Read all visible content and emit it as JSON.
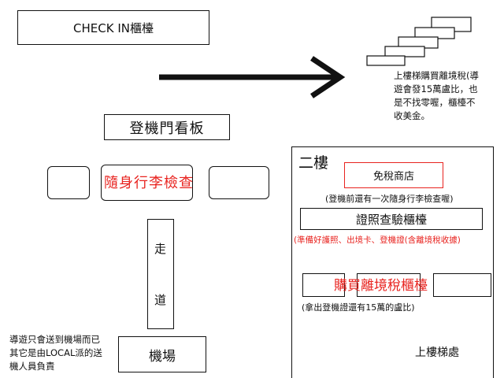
{
  "checkin_counter": "CHECK IN櫃檯",
  "stairs_note": {
    "line1": "上樓梯購買離境稅(導",
    "line2": "遊會發15萬盧比，也",
    "line3": "是不找零喔，櫃檯不",
    "line4": "收美金。"
  },
  "boarding_board": "登機門看板",
  "security_check": "隨身行李檢查",
  "walkway": {
    "char1": "走",
    "char2": "道"
  },
  "airport": "機場",
  "guide_note": {
    "line1": "導遊只會送到機場而已",
    "line2": "其它是由LOCAL派的送",
    "line3": "機人員負責"
  },
  "second_floor": {
    "title": "二樓",
    "duty_free": "免稅商店",
    "security_note": "(登機前還有一次隨身行李檢查喔)",
    "passport_counter": "證照查驗櫃檯",
    "docs_note": "(準備好護照、出境卡、登機證(含離境稅收據)",
    "tax_counter": "購買離境稅櫃檯",
    "tax_note": "(拿出登機證還有15萬的盧比)",
    "upstairs": "上樓梯處"
  },
  "colors": {
    "accent_red": "#e8231f",
    "line": "#111111"
  }
}
